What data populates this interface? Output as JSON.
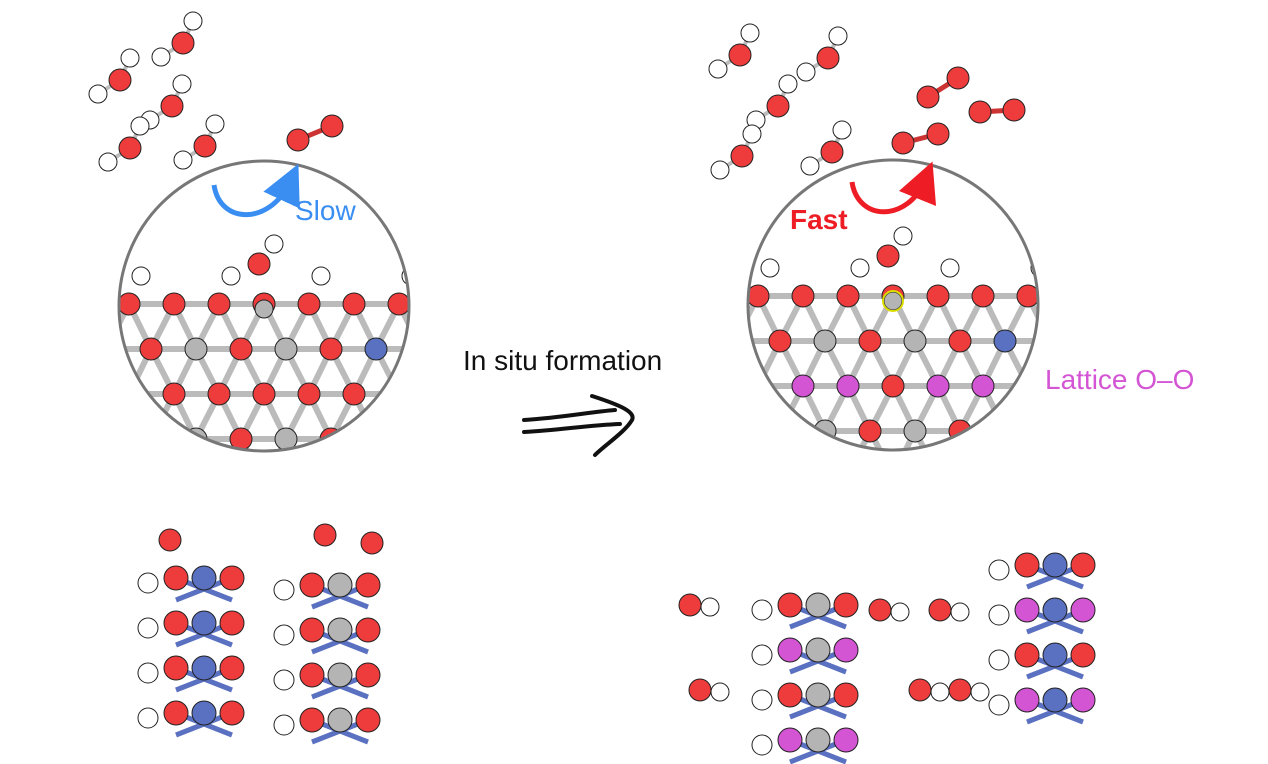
{
  "left_panel": {
    "rate_label": "Slow"
  },
  "right_panel": {
    "rate_label": "Fast",
    "lattice_label": "Lattice O–O"
  },
  "transition": {
    "label": "In situ formation"
  },
  "colors": {
    "slow": "#3a8ef2",
    "fast": "#ee1c25",
    "lattice": "#d455d4",
    "oxygen": "#ee3b3b",
    "metal_blue": "#5a70c0",
    "metal_gray": "#b4b4b4",
    "hydrogen": "#ffffff"
  }
}
